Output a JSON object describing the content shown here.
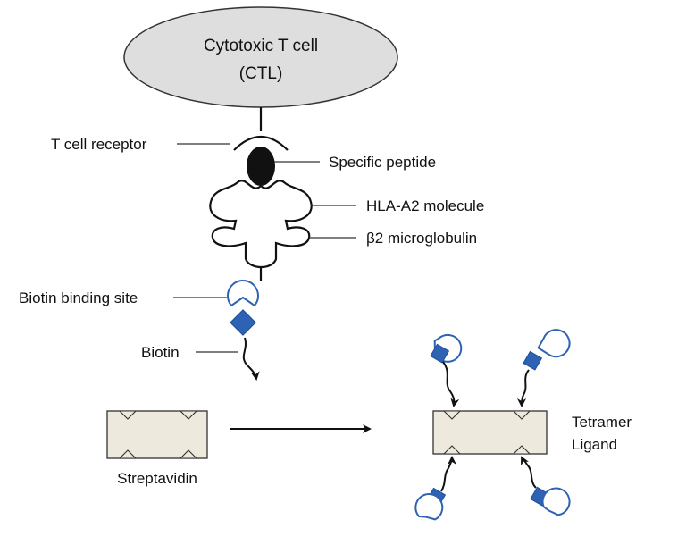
{
  "cell": {
    "line1": "Cytotoxic T cell",
    "line2": "(CTL)"
  },
  "labels": {
    "tcr": "T cell receptor",
    "peptide": "Specific peptide",
    "hla": "HLA-A2 molecule",
    "b2m": "β2 microglobulin",
    "biotin_site": "Biotin binding site",
    "biotin": "Biotin",
    "streptavidin": "Streptavidin",
    "tetramer_line1": "Tetramer",
    "tetramer_line2": "Ligand"
  },
  "colors": {
    "cell_fill": "#dedede",
    "box_fill": "#ede9dc",
    "biotin_blue": "#2e63b3"
  }
}
